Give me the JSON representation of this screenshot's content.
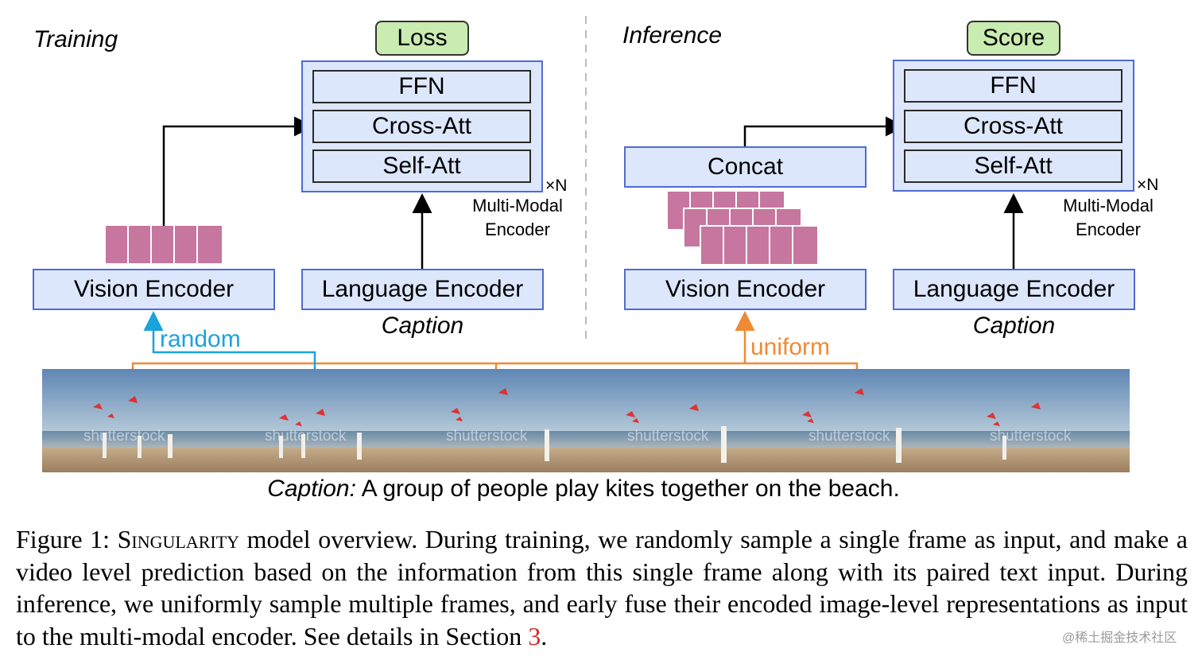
{
  "training": {
    "title": "Training",
    "loss": "Loss",
    "ffn": "FFN",
    "cross_att": "Cross-Att",
    "self_att": "Self-Att",
    "xn": "×N",
    "mm_line1": "Multi-Modal",
    "mm_line2": "Encoder",
    "vision_encoder": "Vision Encoder",
    "language_encoder": "Language Encoder",
    "caption": "Caption",
    "sampling": "random"
  },
  "inference": {
    "title": "Inference",
    "score": "Score",
    "ffn": "FFN",
    "cross_att": "Cross-Att",
    "self_att": "Self-Att",
    "xn": "×N",
    "mm_line1": "Multi-Modal",
    "mm_line2": "Encoder",
    "concat": "Concat",
    "vision_encoder": "Vision Encoder",
    "language_encoder": "Language Encoder",
    "caption": "Caption",
    "sampling": "uniform"
  },
  "frames": {
    "count": 6,
    "watermark": "shutterstock"
  },
  "caption_line": {
    "label": "Caption:",
    "text": " A group of people play kites together on the beach."
  },
  "figure_caption": {
    "prefix": "Figure 1: ",
    "model_name": "Singularity",
    "body": " model overview. During training, we randomly sample a single frame as input, and make a video level prediction based on the information from this single frame along with its paired text input. During inference, we uniformly sample multiple frames, and early fuse their encoded image-level representations as input to the multi-modal encoder. See details in Section ",
    "section_ref": "3",
    "end": "."
  },
  "colors": {
    "box_fill": "#dde7fb",
    "box_border": "#4f6bd6",
    "head_fill": "#c9ecb1",
    "feature_token": "#c6769f",
    "random_arrow": "#1aa3dc",
    "uniform_arrow": "#f08a33",
    "section_ref": "#d62728"
  },
  "watermark_corner": "@稀土掘金技术社区"
}
